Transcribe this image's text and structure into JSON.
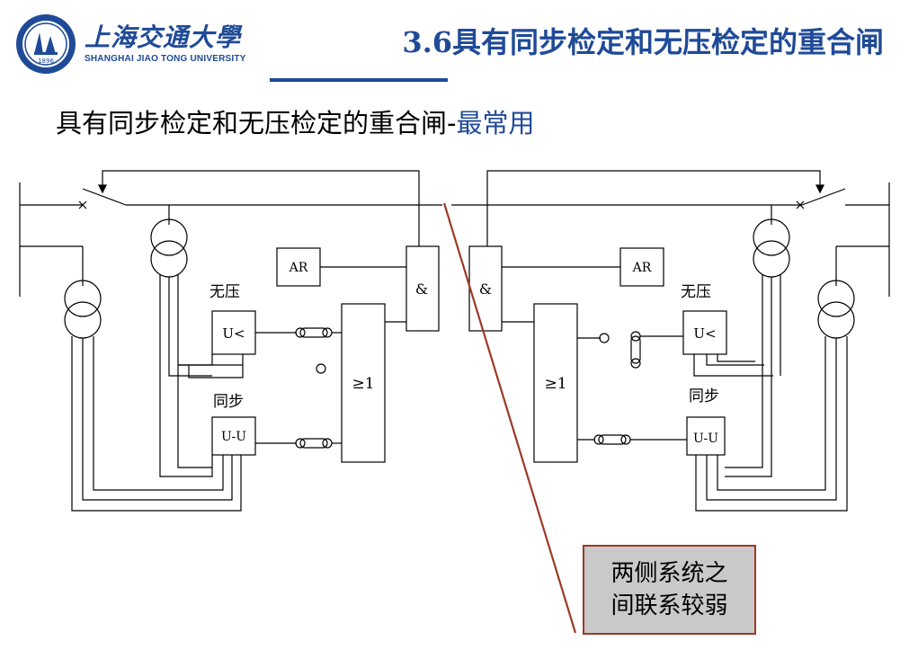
{
  "header": {
    "logo_text_cn": "上海交通大學",
    "logo_text_en": "SHANGHAI JIAO TONG UNIVERSITY",
    "logo_year": "1896",
    "title": "3.6具有同步检定和无压检定的重合闸"
  },
  "subtitle": {
    "main": "具有同步检定和无压检定的重合闸-",
    "accent": "最常用"
  },
  "diagram": {
    "ar": "AR",
    "and_gate": "&",
    "or_gate": "≥1",
    "no_voltage_label": "无压",
    "no_voltage_relay": "U<",
    "sync_label": "同步",
    "sync_relay": "U-U"
  },
  "callout": {
    "line1": "两侧系统之",
    "line2": "间联系较弱"
  },
  "colors": {
    "brand_blue": "#1f4a97",
    "callout_border": "#9b3a26",
    "callout_fill": "#c9c9c9",
    "pointer_line": "#9b3a26"
  }
}
